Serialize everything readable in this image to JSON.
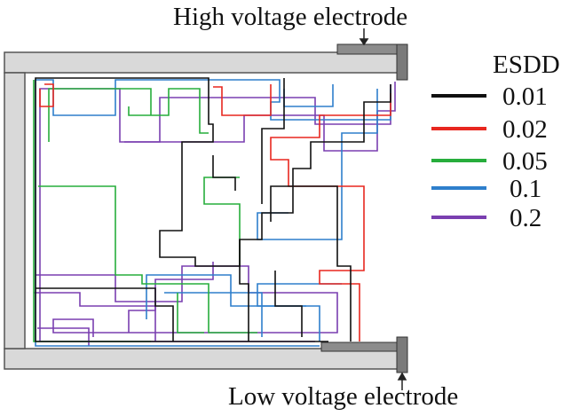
{
  "labels": {
    "high_voltage_electrode": "High voltage electrode",
    "low_voltage_electrode": "Low voltage electrode"
  },
  "legend": {
    "title": "ESDD",
    "entries": [
      {
        "label": "0.01",
        "color": "#111111"
      },
      {
        "label": "0.02",
        "color": "#e8271f"
      },
      {
        "label": "0.05",
        "color": "#27ad3c"
      },
      {
        "label": "0.1",
        "color": "#2e7fcc"
      },
      {
        "label": "0.2",
        "color": "#7a3fb0"
      }
    ]
  },
  "colors": {
    "insulator_fill": "#d9d9d9",
    "insulator_stroke": "#555555",
    "electrode_fill": "#8c8c8c",
    "electrode_stroke": "#333333"
  }
}
